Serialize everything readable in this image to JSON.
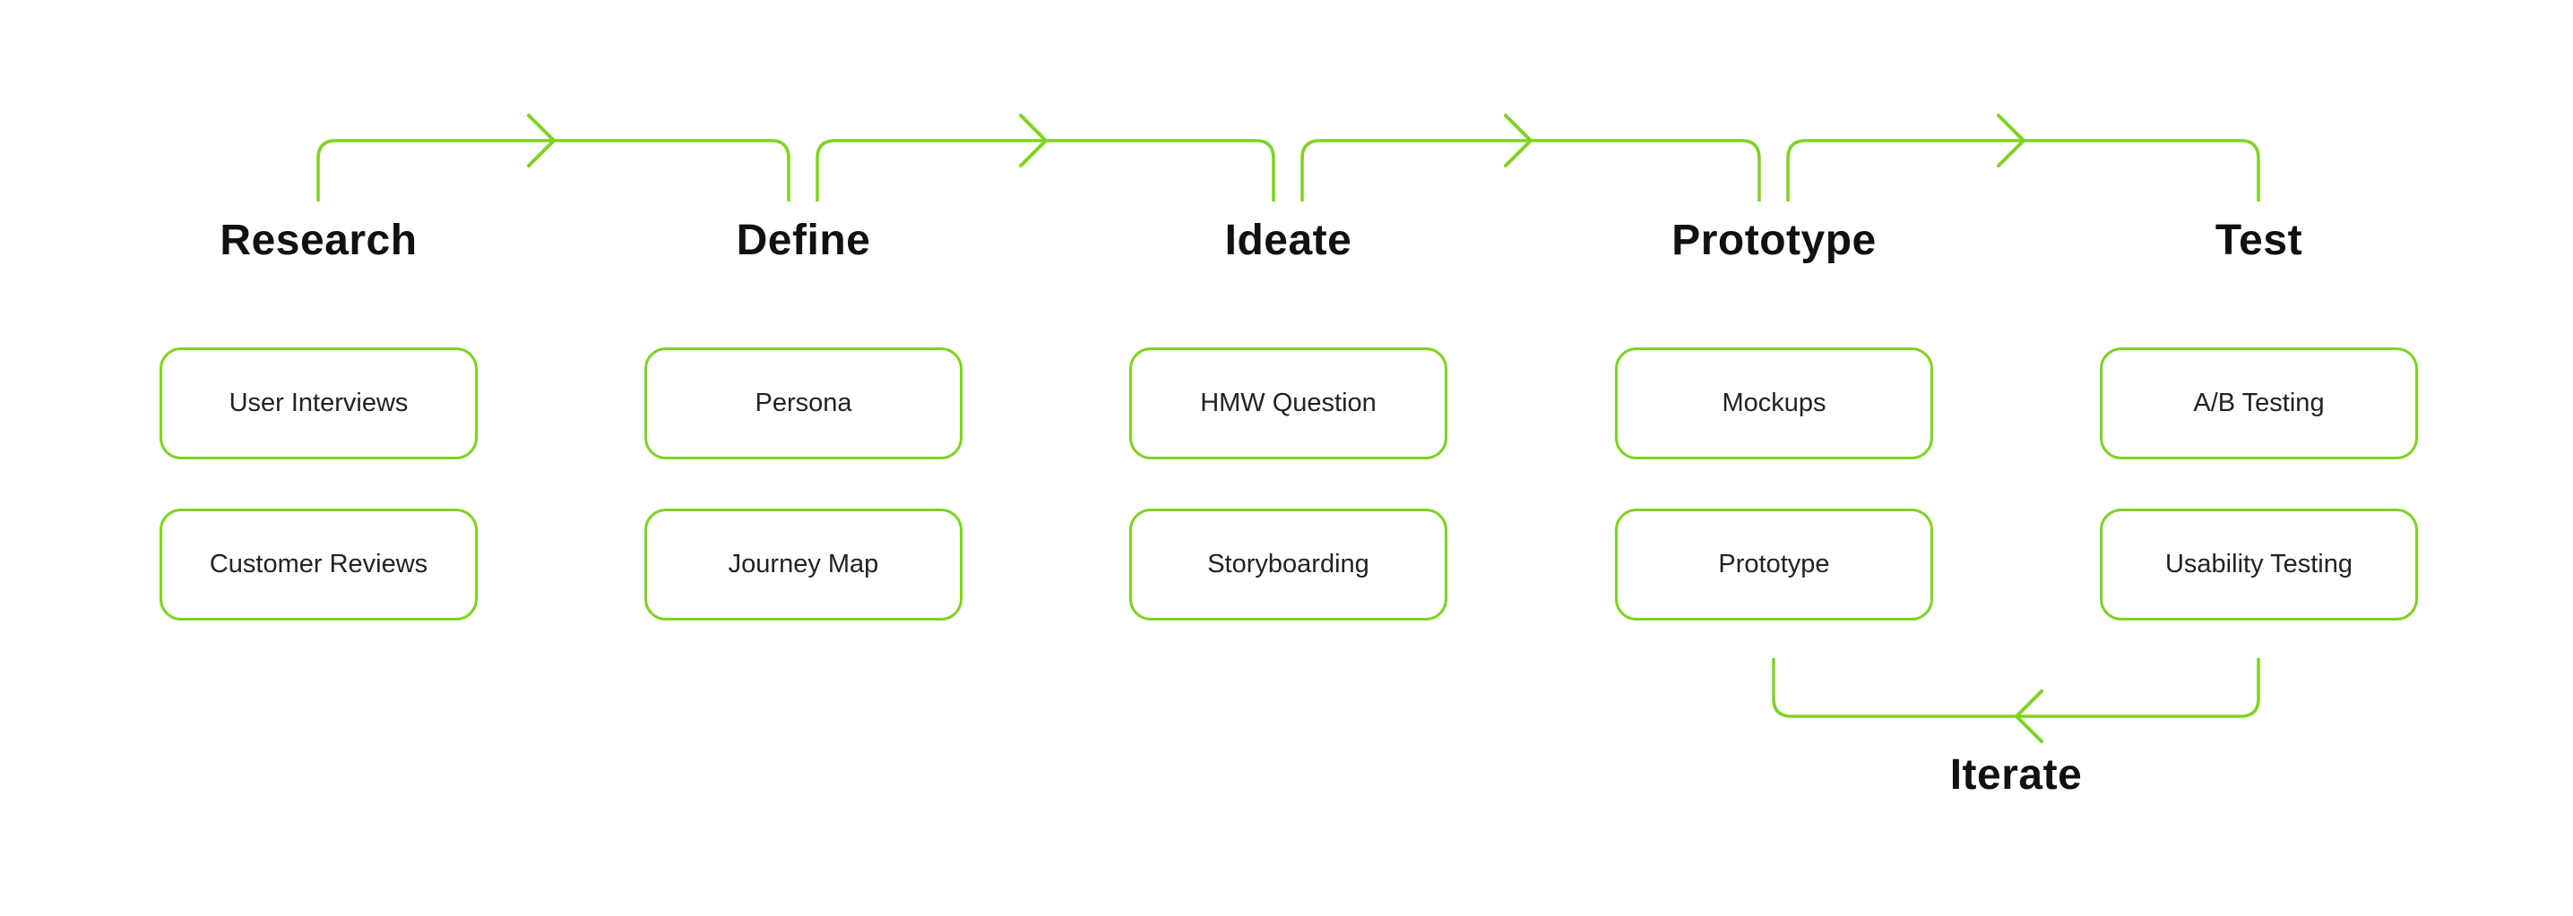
{
  "diagram": {
    "stages": [
      {
        "title": "Research",
        "items": [
          "User Interviews",
          "Customer Reviews"
        ]
      },
      {
        "title": "Define",
        "items": [
          "Persona",
          "Journey Map"
        ]
      },
      {
        "title": "Ideate",
        "items": [
          "HMW Question",
          "Storyboarding"
        ]
      },
      {
        "title": "Prototype",
        "items": [
          "Mockups",
          "Prototype"
        ]
      },
      {
        "title": "Test",
        "items": [
          "A/B Testing",
          "Usability Testing"
        ]
      }
    ],
    "loop_label": "Iterate"
  },
  "colors": {
    "accent": "#7ED321",
    "title_text": "#111111",
    "card_text": "#222222",
    "background": "#FFFFFF"
  }
}
